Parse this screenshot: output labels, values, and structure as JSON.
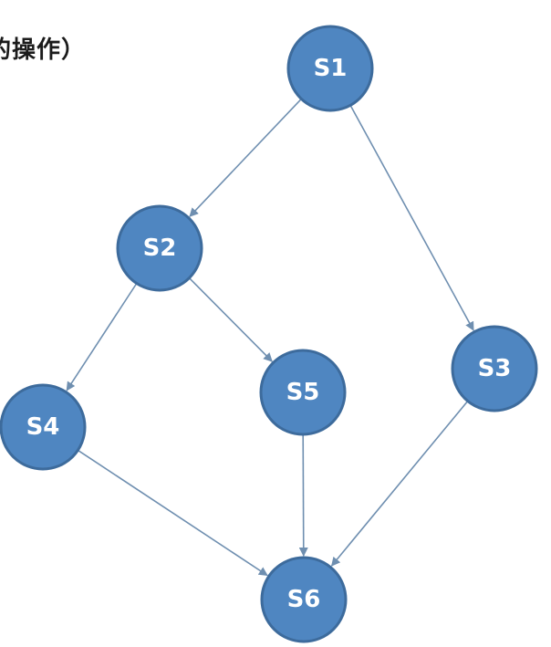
{
  "header": {
    "caption": "的操作）"
  },
  "diagram": {
    "colors": {
      "node_fill": "#4f86c1",
      "node_stroke": "#3d6b9c",
      "edge": "#6f8fb0",
      "label": "#ffffff"
    },
    "nodes": [
      {
        "id": "S1",
        "label": "S1"
      },
      {
        "id": "S2",
        "label": "S2"
      },
      {
        "id": "S3",
        "label": "S3"
      },
      {
        "id": "S4",
        "label": "S4"
      },
      {
        "id": "S5",
        "label": "S5"
      },
      {
        "id": "S6",
        "label": "S6"
      }
    ],
    "edges": [
      {
        "from": "S1",
        "to": "S2"
      },
      {
        "from": "S1",
        "to": "S3"
      },
      {
        "from": "S2",
        "to": "S4"
      },
      {
        "from": "S2",
        "to": "S5"
      },
      {
        "from": "S4",
        "to": "S6"
      },
      {
        "from": "S5",
        "to": "S6"
      },
      {
        "from": "S3",
        "to": "S6"
      }
    ]
  }
}
